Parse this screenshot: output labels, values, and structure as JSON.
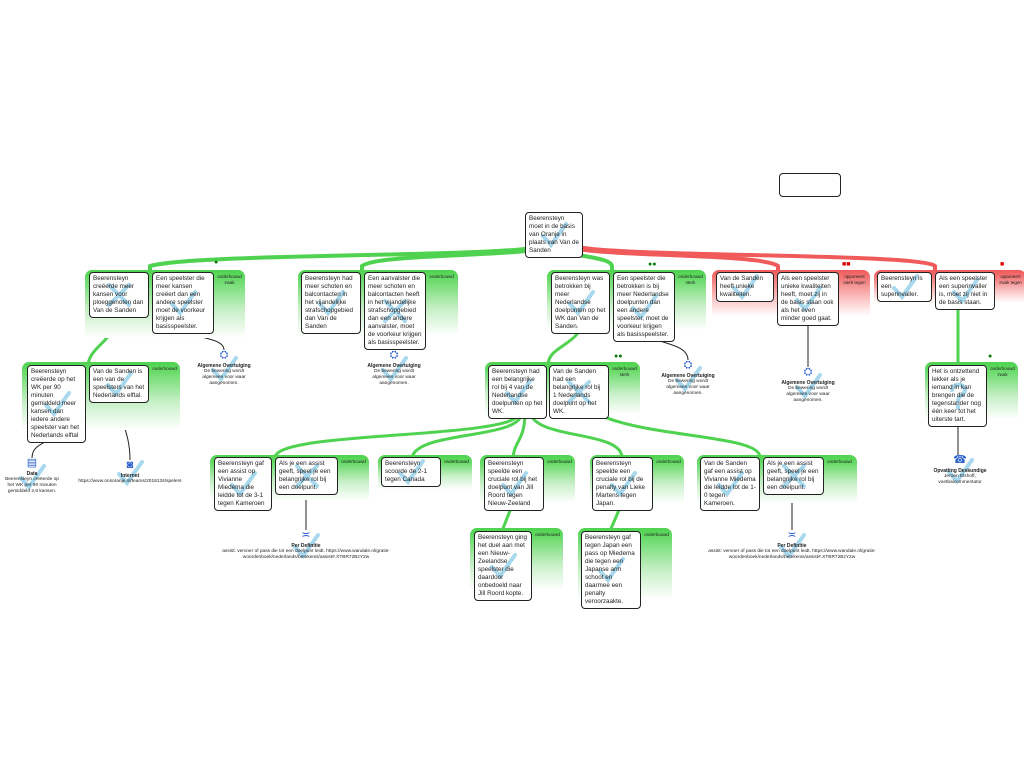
{
  "title_box": "",
  "main_claim": {
    "text": "Beerensteyn moet in de basis van Oranje in plaats van Van de Sanden",
    "mark": "check"
  },
  "colors": {
    "support": "#4fd24f",
    "oppose": "#f05a5a",
    "mark": "#6ebee1"
  },
  "groups": [
    {
      "id": "g1",
      "type": "green",
      "label": "onderbouwd zwak",
      "dots": "●",
      "boxes": [
        {
          "text": "Beerensteyn creëerde meer kansen voor ploeggenoten dan Van de Sanden",
          "mark": "cross"
        },
        {
          "text": "Een speelster die meer kansen creëert dan een andere speelster moet de voorkeur krijgen als basisspeelster.",
          "mark": "check"
        }
      ]
    },
    {
      "id": "g2",
      "type": "green",
      "label": "onderbouwd",
      "dots": "",
      "boxes": [
        {
          "text": "Beerensteyn had meer schoten en balcontacten in het vijandelijke strafschopgebied dan Van de Sanden",
          "mark": "check"
        },
        {
          "text": "Een aanvalster die meer schoten en balcontacten heeft in het vijandelijke strafschopgebied dan een andere aanvalster, moet de voorkeur krijgen als basisspeelster.",
          "mark": "cross"
        }
      ]
    },
    {
      "id": "g3",
      "type": "green",
      "label": "onderbouwd sterk",
      "dots": "●●",
      "boxes": [
        {
          "text": "Beerensteyn was betrokken bij meer Nederlandse doelpunten op het WK dan Van de Sanden.",
          "mark": "check"
        },
        {
          "text": "Een speelster die betrokken is bij meer Nederlandse doelpunten dan een andere speelster, moet de voorkeur krijgen als basisspeelster.",
          "mark": "check"
        }
      ]
    },
    {
      "id": "g4",
      "type": "red",
      "label": "opponeert sterk tegen",
      "dots": "■■",
      "boxes": [
        {
          "text": "Van de Sanden heeft unieke kwaliteiten.",
          "mark": "check"
        },
        {
          "text": "Als een speelster unieke kwaliteiten heeft, moet zij in de basis staan ook als het even minder goed gaat.",
          "mark": "check"
        }
      ]
    },
    {
      "id": "g5",
      "type": "red",
      "label": "opponeert zwak tegen",
      "dots": "■",
      "boxes": [
        {
          "text": "Beerensteyn is een superinvaller.",
          "mark": "check"
        },
        {
          "text": "Als een speelster een superinvaller is, moet zij niet in de basis staan.",
          "mark": "check"
        }
      ]
    },
    {
      "id": "g6",
      "type": "green",
      "label": "onderbouwd zwak",
      "dots": "●",
      "boxes": [
        {
          "text": "Het is ontzettend lekker als je iemand in kan brengen die de tegenstander nog één keer tot het uiterste tart.",
          "mark": "question"
        }
      ]
    },
    {
      "id": "g7",
      "type": "green",
      "label": "onderbouwd",
      "dots": "",
      "boxes": [
        {
          "text": "Beerensteyn creëerde op het WK per 90 minuten gemiddeld meer kansen dan iedere andere speelster van het Nederlands elftal",
          "mark": "check"
        },
        {
          "text": "Van de Sanden is een van de speelsters van het Nederlands elftal.",
          "mark": "check"
        }
      ]
    },
    {
      "id": "g8",
      "type": "green",
      "label": "onderbouwd sterk",
      "dots": "●●",
      "boxes": [
        {
          "text": "Beerensteyn had een belangrijke rol bij 4 van de Nederlandse doelpunten op het WK.",
          "mark": "check"
        },
        {
          "text": "Van de Sanden had een belangrijke rol bij 1 Nederlands doelpunt op het WK.",
          "mark": "cross"
        }
      ]
    },
    {
      "id": "g9",
      "type": "green",
      "label": "onderbouwd",
      "dots": "",
      "boxes": [
        {
          "text": "Beerensteyn gaf een assist op Vivianne Miedema die leidde tot de 3-1 tegen Kameroen",
          "mark": "check"
        },
        {
          "text": "Als je een assist geeft, speel je een belangrijke rol bij een doelpunt.",
          "mark": "cross"
        }
      ]
    },
    {
      "id": "g10",
      "type": "green",
      "label": "onderbouwd",
      "dots": "",
      "boxes": [
        {
          "text": "Beerensteyn scoorde de 2-1 tegen Canada",
          "mark": "check"
        }
      ]
    },
    {
      "id": "g11",
      "type": "green",
      "label": "onderbouwd",
      "dots": "",
      "boxes": [
        {
          "text": "Beerensteyn speelde een cruciale rol bij het doelpunt van Jill Roord tegen Nieuw-Zeeland",
          "mark": "check"
        }
      ]
    },
    {
      "id": "g12",
      "type": "green",
      "label": "onderbouwd",
      "dots": "",
      "boxes": [
        {
          "text": "Beerensteyn speelde een cruciale rol bij de penalty van Lieke Martens tegen Japan.",
          "mark": "check"
        }
      ]
    },
    {
      "id": "g13",
      "type": "green",
      "label": "onderbouwd",
      "dots": "",
      "boxes": [
        {
          "text": "Van de Sanden gaf een assist op Vivianne Miedema die leidde tot de 1-0 tegen Kameroen.",
          "mark": "check"
        },
        {
          "text": "Als je een assist geeft, speel je een belangrijke rol bij een doelpunt.",
          "mark": "cross"
        }
      ]
    },
    {
      "id": "g14",
      "type": "green",
      "label": "onderbouwd",
      "dots": "",
      "boxes": [
        {
          "text": "Beerensteyn ging het duel aan met een Nieuw-Zeelandse speelster die daardoor onbedoeld naar Jill Roord kopte.",
          "mark": "check"
        }
      ]
    },
    {
      "id": "g15",
      "type": "green",
      "label": "onderbouwd",
      "dots": "",
      "boxes": [
        {
          "text": "Beerensteyn gaf tegen Japan een pass op Miedema die tegen een Japanse arm schoot en daarmee een penalty veroorzaakte.",
          "mark": "check"
        }
      ]
    }
  ],
  "bases": [
    {
      "id": "b1",
      "icon": "people-icon",
      "title": "Algemene Overtuiging",
      "text": "De bewering wordt algemeen voor waar aangenomen."
    },
    {
      "id": "b2",
      "icon": "people-icon",
      "title": "Algemene Overtuiging",
      "text": "De bewering wordt algemeen voor waar aangenomen."
    },
    {
      "id": "b3",
      "icon": "people-icon",
      "title": "Algemene Overtuiging",
      "text": "De bewering wordt algemeen voor waar aangenomen."
    },
    {
      "id": "b4",
      "icon": "people-icon",
      "title": "Algemene Overtuiging",
      "text": "De bewering wordt algemeen voor waar aangenomen."
    },
    {
      "id": "b5",
      "icon": "document-icon",
      "title": "Data",
      "text": "Beerensteyn creëerde op het WK per 90 minuten gemiddeld 2,6 kansen."
    },
    {
      "id": "b6",
      "icon": "globe-icon",
      "title": "Internet",
      "text": "https://www.onsoranje.nl/teams/2018134/spelers"
    },
    {
      "id": "b7",
      "icon": "definition-icon",
      "title": "Per Definitie",
      "text": "assist: vervoer of pass die tot een doelpunt leidt. https://www.wandale.nl/gratis-woordenboek/nederlands/betekenis/assist#.XTBR72BzY2w"
    },
    {
      "id": "b8",
      "icon": "definition-icon",
      "title": "Per Definitie",
      "text": "assist: vervoer of pass die tot een doelpunt leidt. https://www.wandale.nl/gratis-woordenboek/nederlands/betekenis/assist#.XTBR72BzY2w"
    },
    {
      "id": "b9",
      "icon": "expert-icon",
      "title": "Opvatting Deskundige",
      "text": "Jeroen Elshoff, voetbalcommentator"
    }
  ]
}
